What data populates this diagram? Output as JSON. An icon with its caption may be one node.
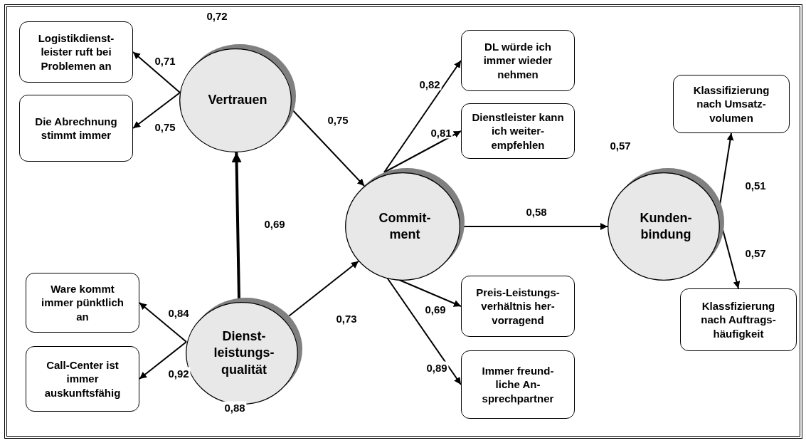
{
  "diagram": {
    "nodes": [
      {
        "text": [
          "Logistikdienst- leister ruft bei Problemen an"
        ]
      },
      {
        "text": [
          "Vertrauen"
        ],
        "beside": [
          "0,72"
        ]
      },
      {
        "text": [
          "Die Abrechnung stimmt immer"
        ]
      },
      {
        "text": [
          "DL würde ich immer wieder nehmen"
        ]
      },
      {
        "text": [
          "Dienstleister kann ich weiter- empfehlen"
        ]
      },
      {
        "text": [
          "Klassifizierung nach Umsatz- volumen"
        ]
      },
      {
        "text": [
          "Commit- ment"
        ]
      },
      {
        "text": [
          "Kunden- bindung"
        ],
        "beside": [
          "0,57"
        ]
      },
      {
        "text": [
          "Ware kommt immer pünktlich an"
        ]
      },
      {
        "text": [
          "Preis-Leistungs- verhältnis her- vorragend"
        ]
      },
      {
        "text": [
          "Klassfizierung nach Auftrags- häufigkeit"
        ]
      },
      {
        "text": [
          "Dienst- leistungs- qualität"
        ],
        "beside": [
          "0,88"
        ]
      },
      {
        "text": [
          "Call-Center ist immer auskunftsfähig"
        ]
      },
      {
        "text": [
          "Immer freund- liche An- sprechpartner"
        ]
      }
    ],
    "edges": [
      {
        "from": 1,
        "to": 0,
        "arrow": "to",
        "label": "0,71"
      },
      {
        "from": 1,
        "to": 2,
        "arrow": "to",
        "label": "0,75"
      },
      {
        "from": 1,
        "to": 6,
        "arrow": "to",
        "label": "0,75"
      },
      {
        "from": 11,
        "to": 1,
        "arrow": "to",
        "label": "0,69",
        "style": "thick"
      },
      {
        "from": 11,
        "to": 6,
        "arrow": "to",
        "label": "0,73"
      },
      {
        "from": 11,
        "to": 8,
        "arrow": "to",
        "label": "0,84"
      },
      {
        "from": 11,
        "to": 12,
        "arrow": "to",
        "label": "0,92"
      },
      {
        "from": 6,
        "to": 3,
        "arrow": "to",
        "label": "0,82"
      },
      {
        "from": 6,
        "to": 4,
        "arrow": "to",
        "label": "0,81"
      },
      {
        "from": 6,
        "to": 9,
        "arrow": "to",
        "label": "0,69"
      },
      {
        "from": 6,
        "to": 13,
        "arrow": "to",
        "label": "0,89"
      },
      {
        "from": 6,
        "to": 7,
        "arrow": "to",
        "label": "0,58"
      },
      {
        "from": 7,
        "to": 5,
        "arrow": "to",
        "label": "0,51"
      },
      {
        "from": 7,
        "to": 10,
        "arrow": "to",
        "label": "0,57"
      }
    ]
  }
}
